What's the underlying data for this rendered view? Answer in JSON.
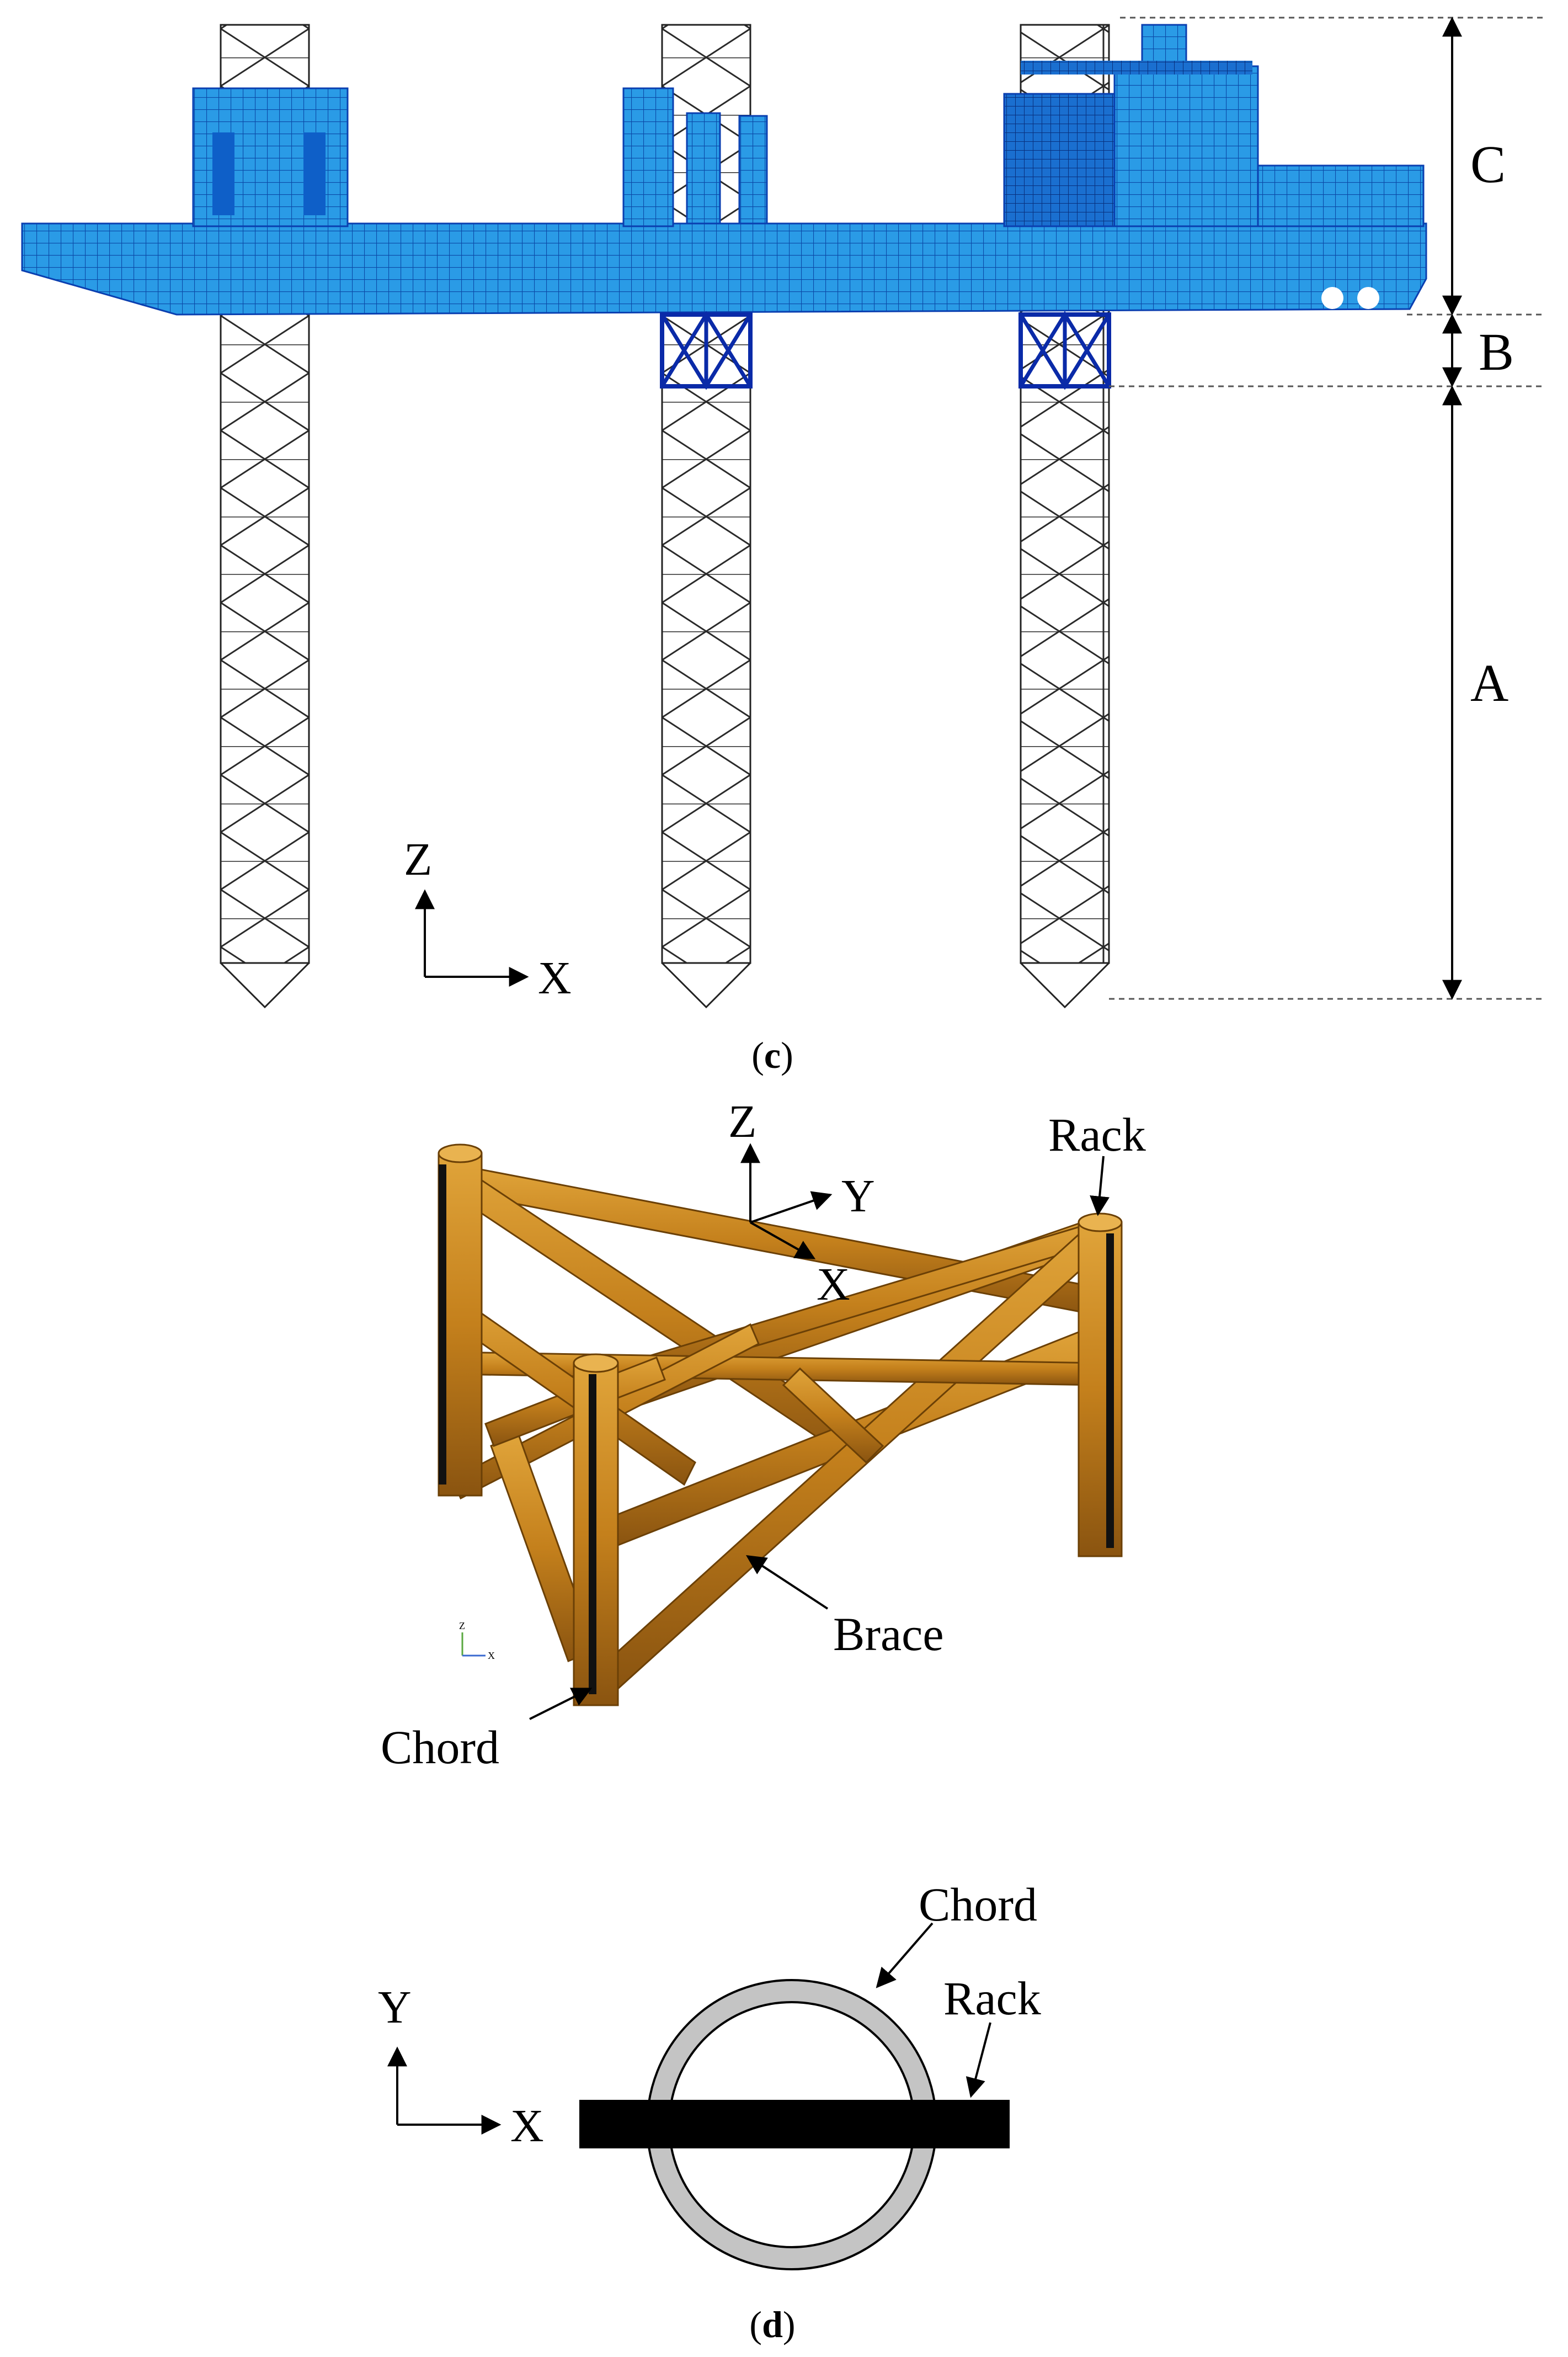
{
  "panel_c": {
    "caption_letter": "c",
    "axis_z": "Z",
    "axis_x": "X",
    "dim_labels": [
      "C",
      "B",
      "A"
    ]
  },
  "panel_d3d": {
    "axis_z": "Z",
    "axis_y": "Y",
    "axis_x": "X",
    "callout_rack": "Rack",
    "callout_brace": "Brace",
    "callout_chord": "Chord",
    "triad_z": "Z",
    "triad_x": "X"
  },
  "panel_d": {
    "caption_letter": "d",
    "axis_y": "Y",
    "axis_x": "X",
    "callout_chord": "Chord",
    "callout_rack": "Rack"
  },
  "colors": {
    "hull_mesh": "#1e8fd8",
    "hull_dark": "#0a3fb0",
    "leg_lattice": "#222222",
    "member_orange": "#c8861f",
    "member_edge": "#6b4006",
    "rack_black": "#000000",
    "chord_gray": "#c4c4c4"
  }
}
